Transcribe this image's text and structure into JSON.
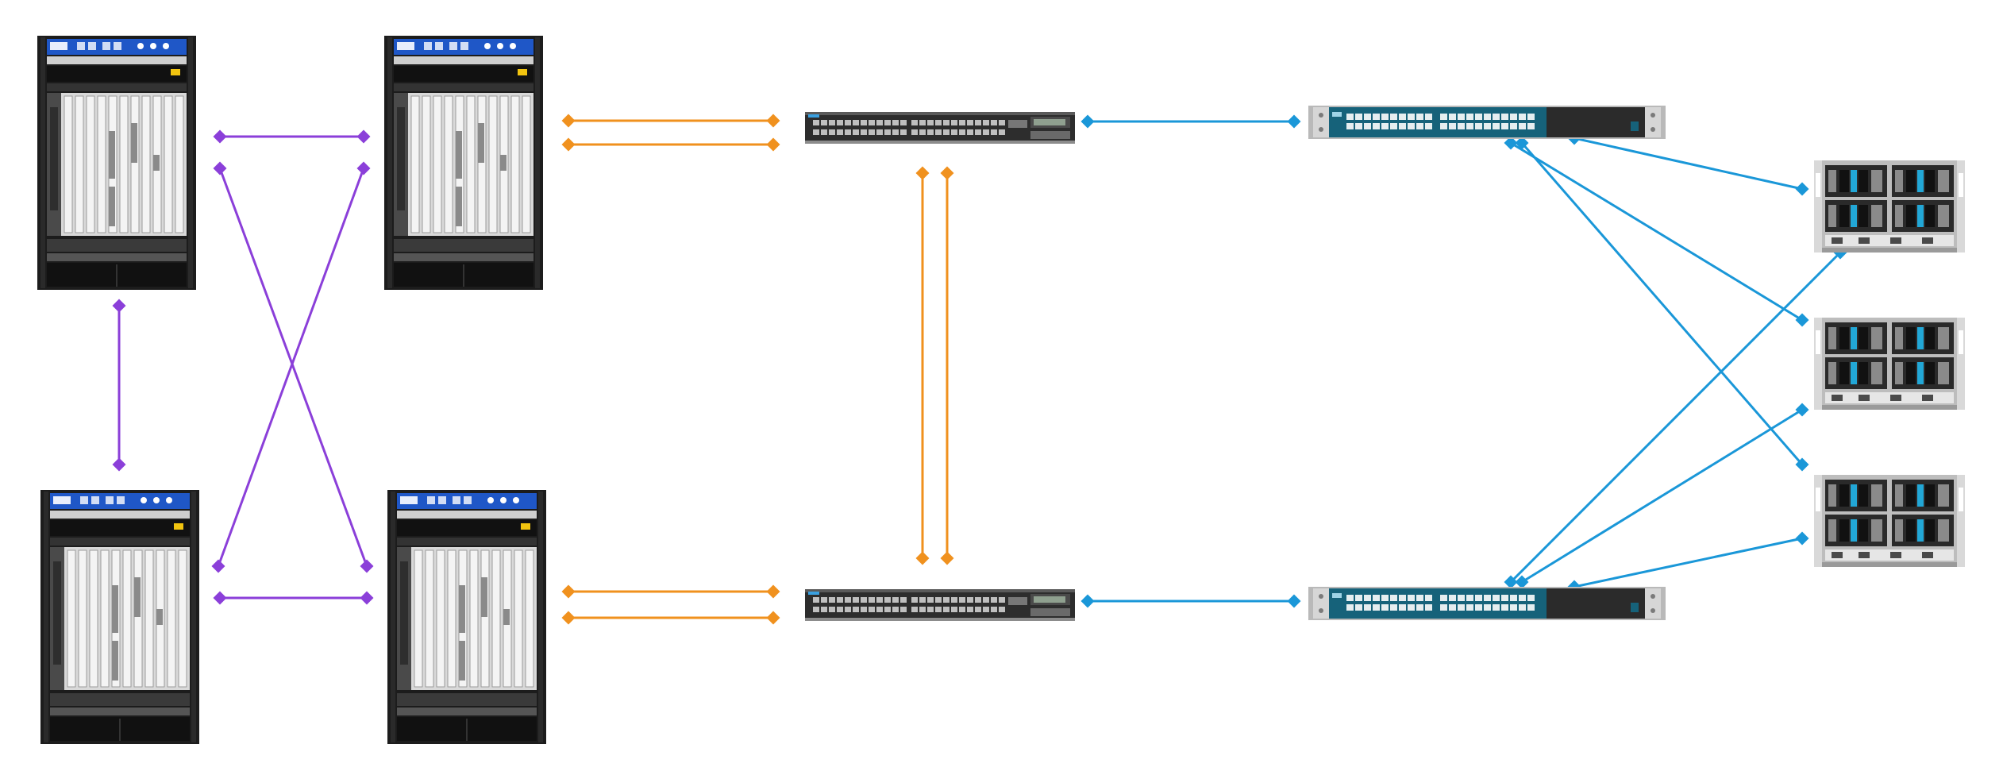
{
  "colors": {
    "core_link": "#8b3fd9",
    "agg_link": "#f0911e",
    "access_link": "#1a97d8",
    "chassis_dark": "#1c1c1c",
    "chassis_panel": "#d9d9d9",
    "header_blue": "#1f57c7",
    "switch_teal": "#16627a",
    "blade_cyan": "#22a7d6"
  },
  "devices": {
    "core_routers": [
      {
        "id": "core-router-top-left",
        "icon": "router-chassis-icon"
      },
      {
        "id": "core-router-top-right",
        "icon": "router-chassis-icon"
      },
      {
        "id": "core-router-bottom-left",
        "icon": "router-chassis-icon"
      },
      {
        "id": "core-router-bottom-right",
        "icon": "router-chassis-icon"
      }
    ],
    "aggregation_switches": [
      {
        "id": "agg-switch-top",
        "icon": "ethernet-switch-icon"
      },
      {
        "id": "agg-switch-bottom",
        "icon": "ethernet-switch-icon"
      }
    ],
    "access_switches": [
      {
        "id": "access-switch-top",
        "icon": "fabric-switch-icon"
      },
      {
        "id": "access-switch-bottom",
        "icon": "fabric-switch-icon"
      }
    ],
    "blade_servers": [
      {
        "id": "blade-server-1",
        "icon": "blade-chassis-icon"
      },
      {
        "id": "blade-server-2",
        "icon": "blade-chassis-icon"
      },
      {
        "id": "blade-server-3",
        "icon": "blade-chassis-icon"
      }
    ]
  },
  "links": [
    {
      "from": "core-router-top-left",
      "to": "core-router-top-right",
      "kind": "core"
    },
    {
      "from": "core-router-top-left",
      "to": "core-router-bottom-right",
      "kind": "core"
    },
    {
      "from": "core-router-top-right",
      "to": "core-router-bottom-left",
      "kind": "core"
    },
    {
      "from": "core-router-top-left",
      "to": "core-router-bottom-left",
      "kind": "core"
    },
    {
      "from": "core-router-bottom-left",
      "to": "core-router-bottom-right",
      "kind": "core"
    },
    {
      "from": "core-router-top-right",
      "to": "agg-switch-top",
      "kind": "agg"
    },
    {
      "from": "core-router-top-right",
      "to": "agg-switch-top",
      "kind": "agg"
    },
    {
      "from": "core-router-bottom-right",
      "to": "agg-switch-bottom",
      "kind": "agg"
    },
    {
      "from": "core-router-bottom-right",
      "to": "agg-switch-bottom",
      "kind": "agg"
    },
    {
      "from": "agg-switch-top",
      "to": "agg-switch-bottom",
      "kind": "agg"
    },
    {
      "from": "agg-switch-top",
      "to": "agg-switch-bottom",
      "kind": "agg"
    },
    {
      "from": "agg-switch-top",
      "to": "access-switch-top",
      "kind": "access"
    },
    {
      "from": "agg-switch-bottom",
      "to": "access-switch-bottom",
      "kind": "access"
    },
    {
      "from": "access-switch-top",
      "to": "blade-server-1",
      "kind": "access"
    },
    {
      "from": "access-switch-top",
      "to": "blade-server-2",
      "kind": "access"
    },
    {
      "from": "access-switch-top",
      "to": "blade-server-3",
      "kind": "access"
    },
    {
      "from": "access-switch-bottom",
      "to": "blade-server-1",
      "kind": "access"
    },
    {
      "from": "access-switch-bottom",
      "to": "blade-server-2",
      "kind": "access"
    },
    {
      "from": "access-switch-bottom",
      "to": "blade-server-3",
      "kind": "access"
    }
  ]
}
